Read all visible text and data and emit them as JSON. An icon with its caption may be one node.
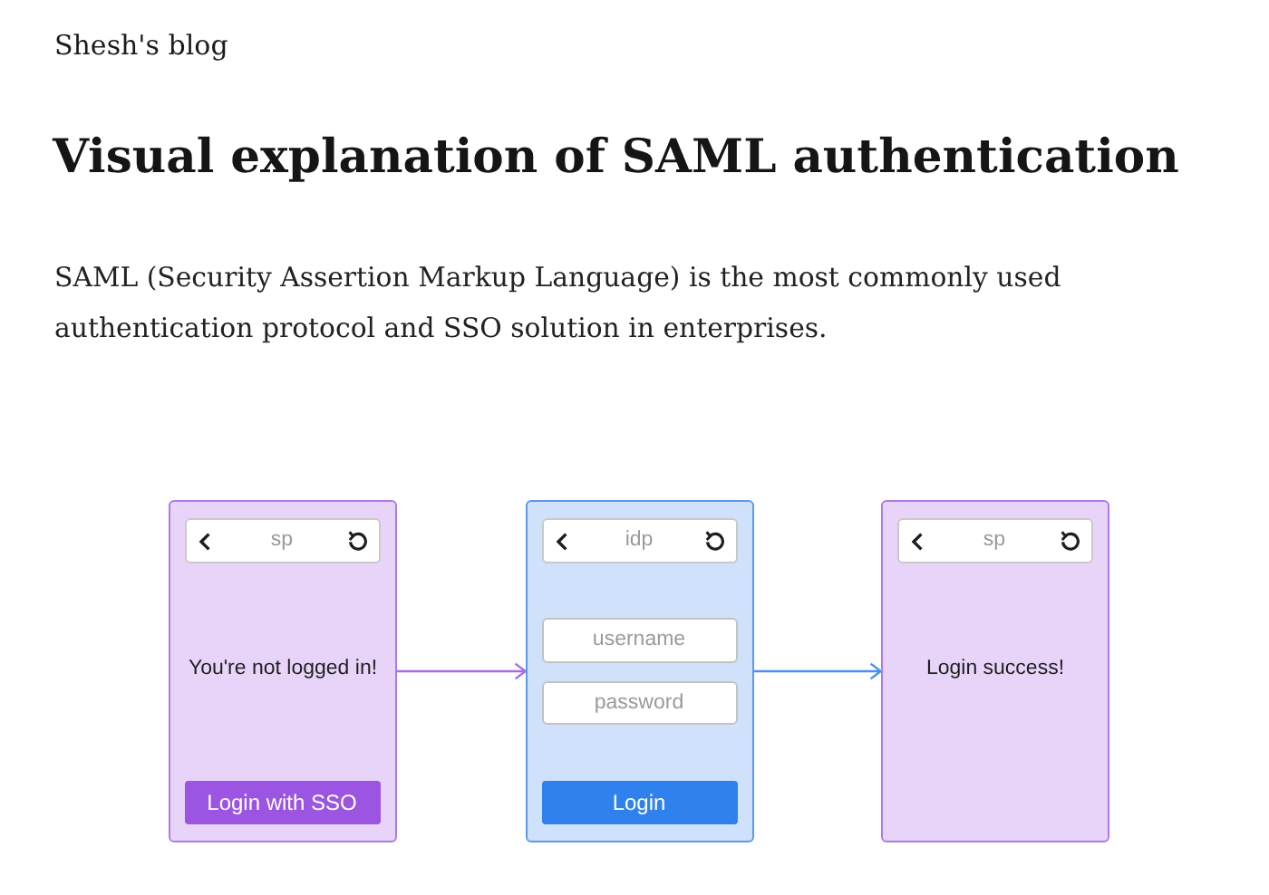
{
  "diagram": {
    "title": "Visual explanation of SAML authentication",
    "nodes": [
      {
        "text": [
          "You're not logged in!"
        ]
      },
      {
        "text": [
          "sp"
        ],
        "in": 0
      },
      {
        "text": [
          "Login with SSO"
        ],
        "in": 0
      },
      {
        "text": [],
        "shape": "box"
      },
      {
        "text": [
          "idp"
        ],
        "in": 3
      },
      {
        "text": [
          "username"
        ],
        "in": 3
      },
      {
        "text": [
          "password"
        ],
        "in": 3
      },
      {
        "text": [
          "Login"
        ],
        "in": 3
      },
      {
        "text": [
          "Login success!"
        ]
      },
      {
        "text": [
          "sp"
        ],
        "in": 8
      }
    ],
    "edges": [
      {
        "from": 0,
        "to": 3,
        "arrow": "to",
        "color": "#a96ce8"
      },
      {
        "from": 3,
        "to": 8,
        "arrow": "to",
        "color": "#4a8ef0"
      }
    ],
    "labels": [
      "Shesh's blog",
      "SAML (Security Assertion Markup Language) is the most commonly used authentication protocol and SSO solution in enterprises."
    ]
  }
}
